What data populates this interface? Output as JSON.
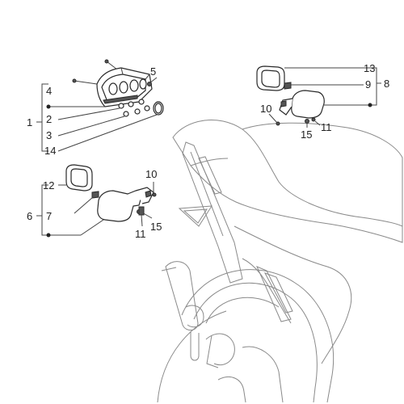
{
  "callouts": {
    "c1": "1",
    "c2": "2",
    "c3": "3",
    "c4": "4",
    "c5": "5",
    "c6": "6",
    "c7": "7",
    "c8": "8",
    "c9": "9",
    "c10a": "10",
    "c10b": "10",
    "c11a": "11",
    "c11b": "11",
    "c12": "12",
    "c13": "13",
    "c14": "14",
    "c15a": "15",
    "c15b": "15"
  }
}
